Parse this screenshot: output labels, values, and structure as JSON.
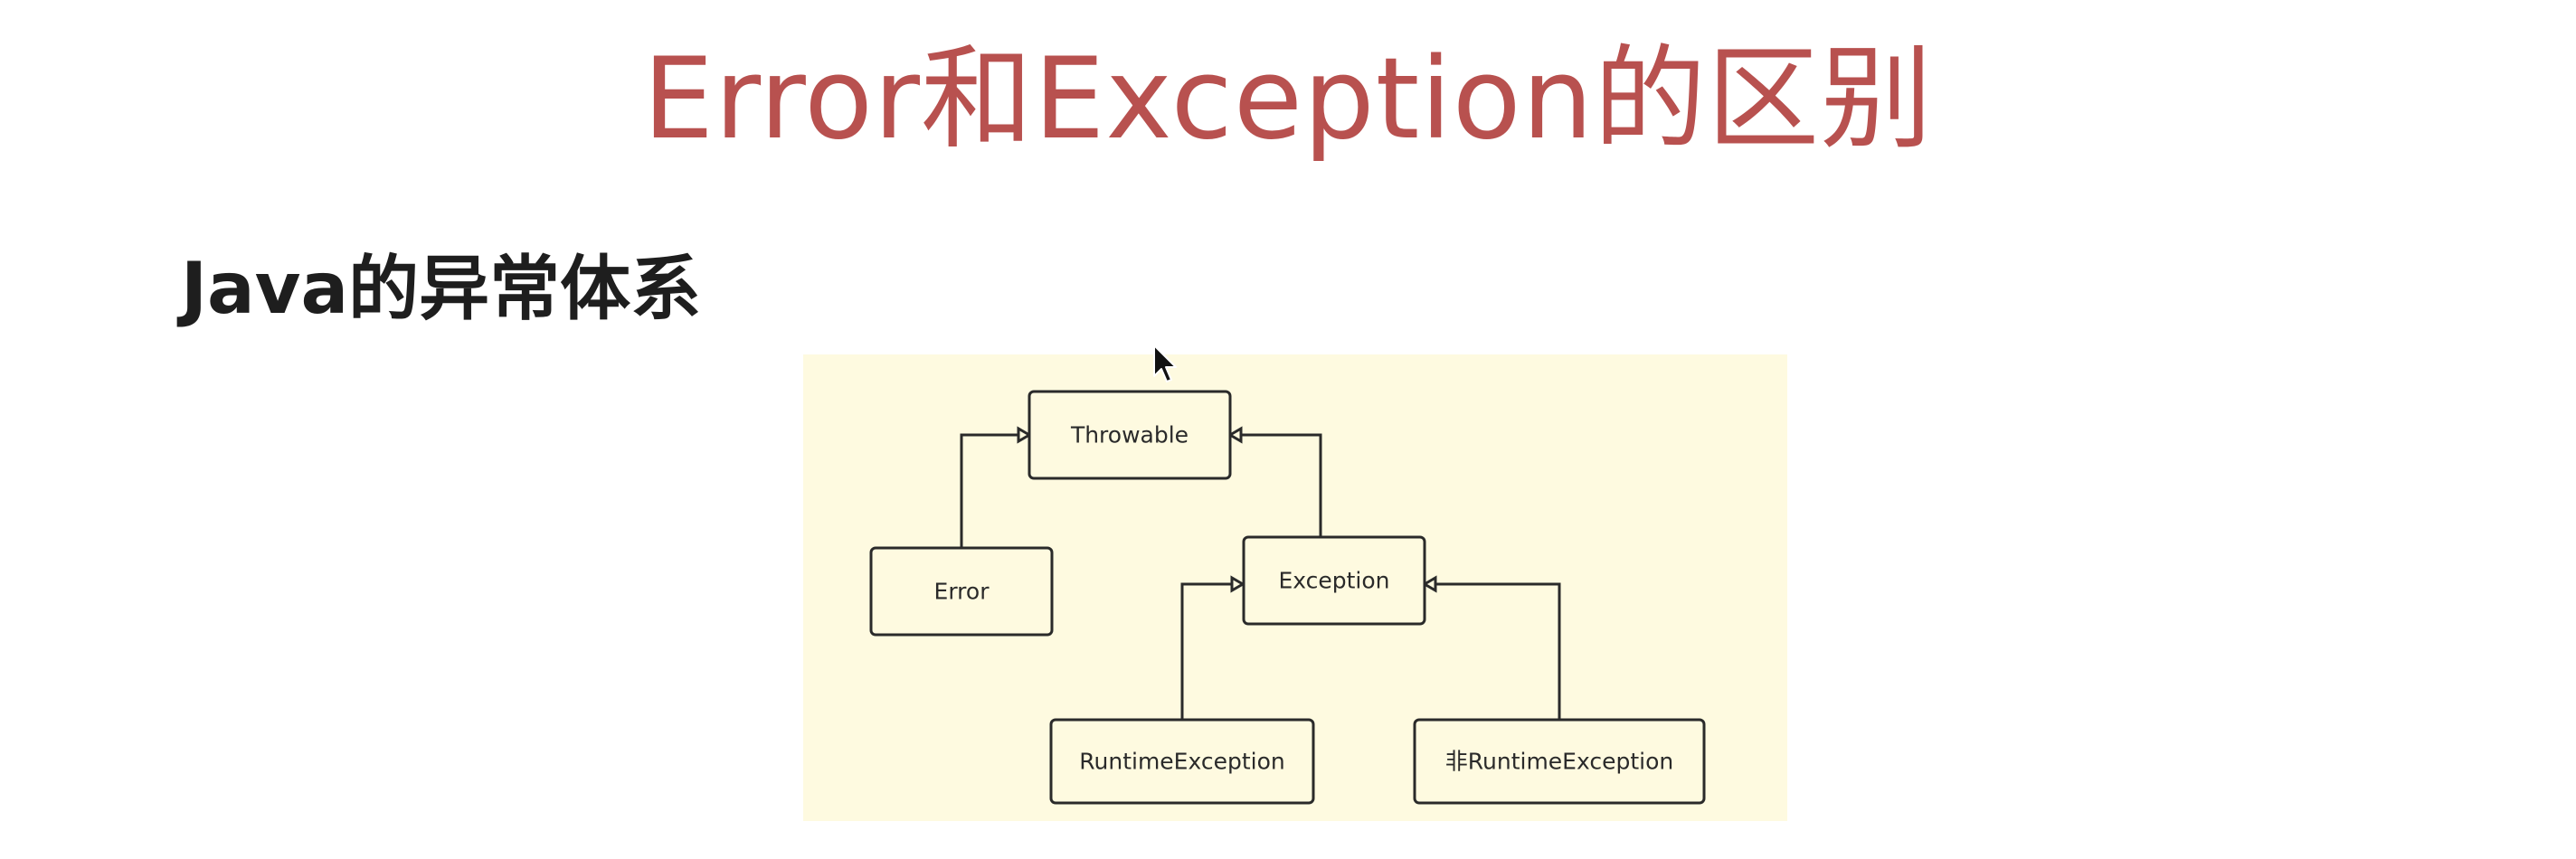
{
  "slide": {
    "title": "Error和Exception的区别",
    "subtitle": "Java的异常体系"
  },
  "diagram": {
    "nodes": {
      "throwable": "Throwable",
      "error": "Error",
      "exception": "Exception",
      "runtime_exception": "RuntimeException",
      "non_runtime_exception": "非RuntimeException"
    },
    "edges": [
      {
        "from": "error",
        "to": "throwable",
        "kind": "inheritance"
      },
      {
        "from": "exception",
        "to": "throwable",
        "kind": "inheritance"
      },
      {
        "from": "runtime_exception",
        "to": "exception",
        "kind": "inheritance"
      },
      {
        "from": "non_runtime_exception",
        "to": "exception",
        "kind": "inheritance"
      }
    ]
  },
  "colors": {
    "title": "#b8514f",
    "panel_background": "#fefae0",
    "stroke": "#2a2a2a"
  },
  "icons": {
    "cursor": "mouse-pointer-icon"
  }
}
